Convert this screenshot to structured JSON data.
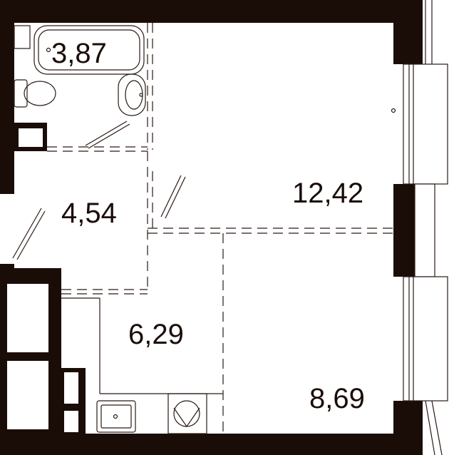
{
  "plan": {
    "rooms": [
      {
        "id": "bathroom",
        "area": "3,87"
      },
      {
        "id": "hallway",
        "area": "4,54"
      },
      {
        "id": "kitchen",
        "area": "6,29"
      },
      {
        "id": "living-room",
        "area": "12,42"
      },
      {
        "id": "kitchen-living-zone",
        "area": "8,69"
      }
    ],
    "colors": {
      "wall": "#1a0d08",
      "line": "#2a1a14",
      "background": "#ffffff"
    },
    "fixtures": [
      "bathtub",
      "toilet",
      "washbasin",
      "kitchen-sink",
      "cooktop",
      "wardrobe"
    ]
  }
}
